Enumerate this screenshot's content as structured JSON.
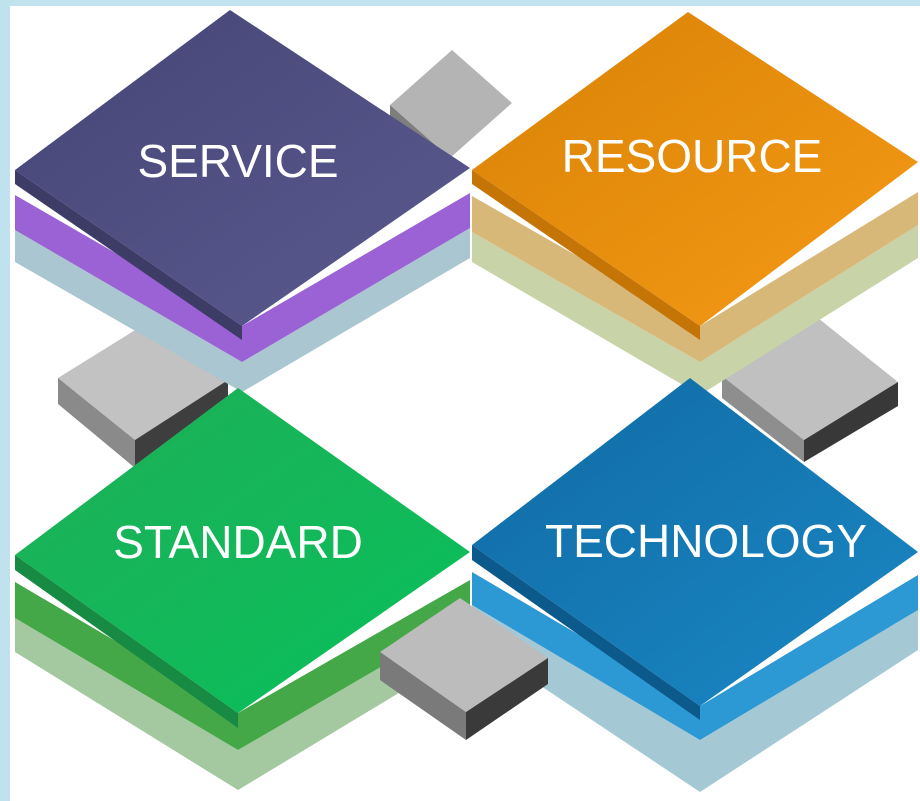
{
  "tiles": {
    "service": {
      "label": "SERVICE",
      "top_color": "#4a4a7c",
      "mid_color": "#9a62d4",
      "base_color": "#aac6d0"
    },
    "resource": {
      "label": "RESOURCE",
      "top_color": "#e78b0e",
      "mid_color": "#d8b878",
      "base_color": "#c8d4a8"
    },
    "standard": {
      "label": "STANDARD",
      "top_color": "#1fb45a",
      "mid_color": "#45a848",
      "base_color": "#a4c8a0"
    },
    "technology": {
      "label": "TECHNOLOGY",
      "top_color": "#1477b2",
      "mid_color": "#2d99d4",
      "base_color": "#a4c8d4"
    }
  },
  "frame_color": "#bfe2ee"
}
